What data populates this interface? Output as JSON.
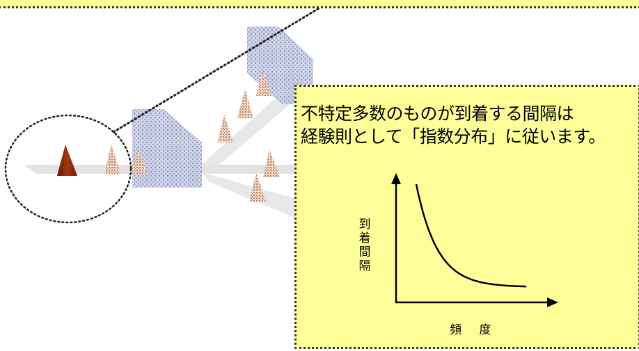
{
  "callout": {
    "line1": "不特定多数のものが到着する間隔は",
    "line2": "経験則として「指数分布」に従います。"
  },
  "chart_data": {
    "type": "line",
    "title": "",
    "xlabel": "頻 度",
    "ylabel": "到着間隔",
    "curve": "exponential-decay"
  },
  "colors": {
    "callout_bg": "#ffff99",
    "arrival_cone": "#8b2a0e",
    "queue_cone": "#c8876a",
    "service_block": "#8a93c4",
    "path": "#d8d8d8"
  }
}
